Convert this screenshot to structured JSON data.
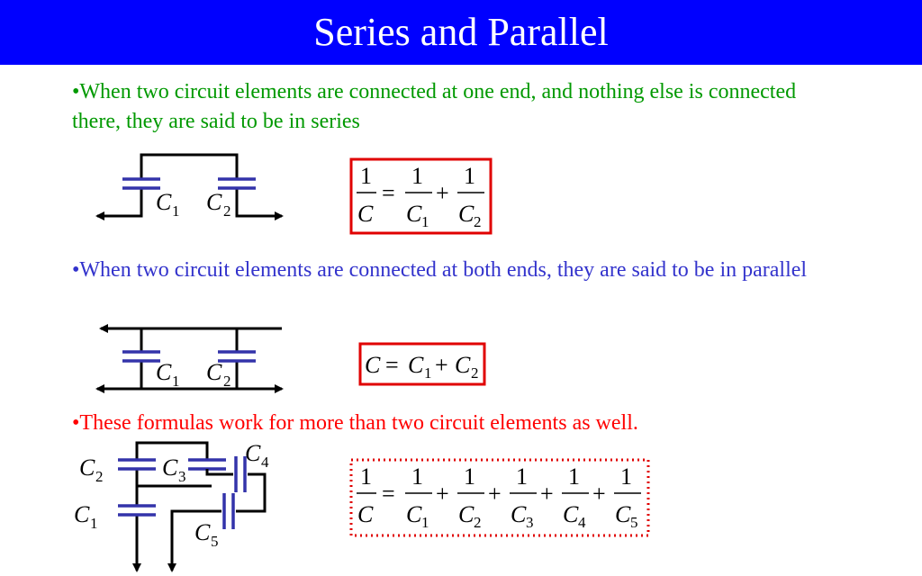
{
  "title": "Series and Parallel",
  "bullets": {
    "series": "•When two circuit elements are connected at one end, and nothing else is connected there, they are said to be in series",
    "parallel": "•When two circuit elements are connected at both ends, they are said to be in parallel",
    "general": "•These formulas work for more than two circuit elements as well."
  },
  "symbols": {
    "one": "1",
    "C": "C",
    "equals": "=",
    "plus": "+",
    "s1": "1",
    "s2": "2",
    "s3": "3",
    "s4": "4",
    "s5": "5"
  },
  "colors": {
    "title_bg": "#0000ff",
    "series_text": "#009900",
    "parallel_text": "#3333cc",
    "general_text": "#ff0000",
    "box_border": "#e00000",
    "capacitor_plate": "#3333aa"
  }
}
